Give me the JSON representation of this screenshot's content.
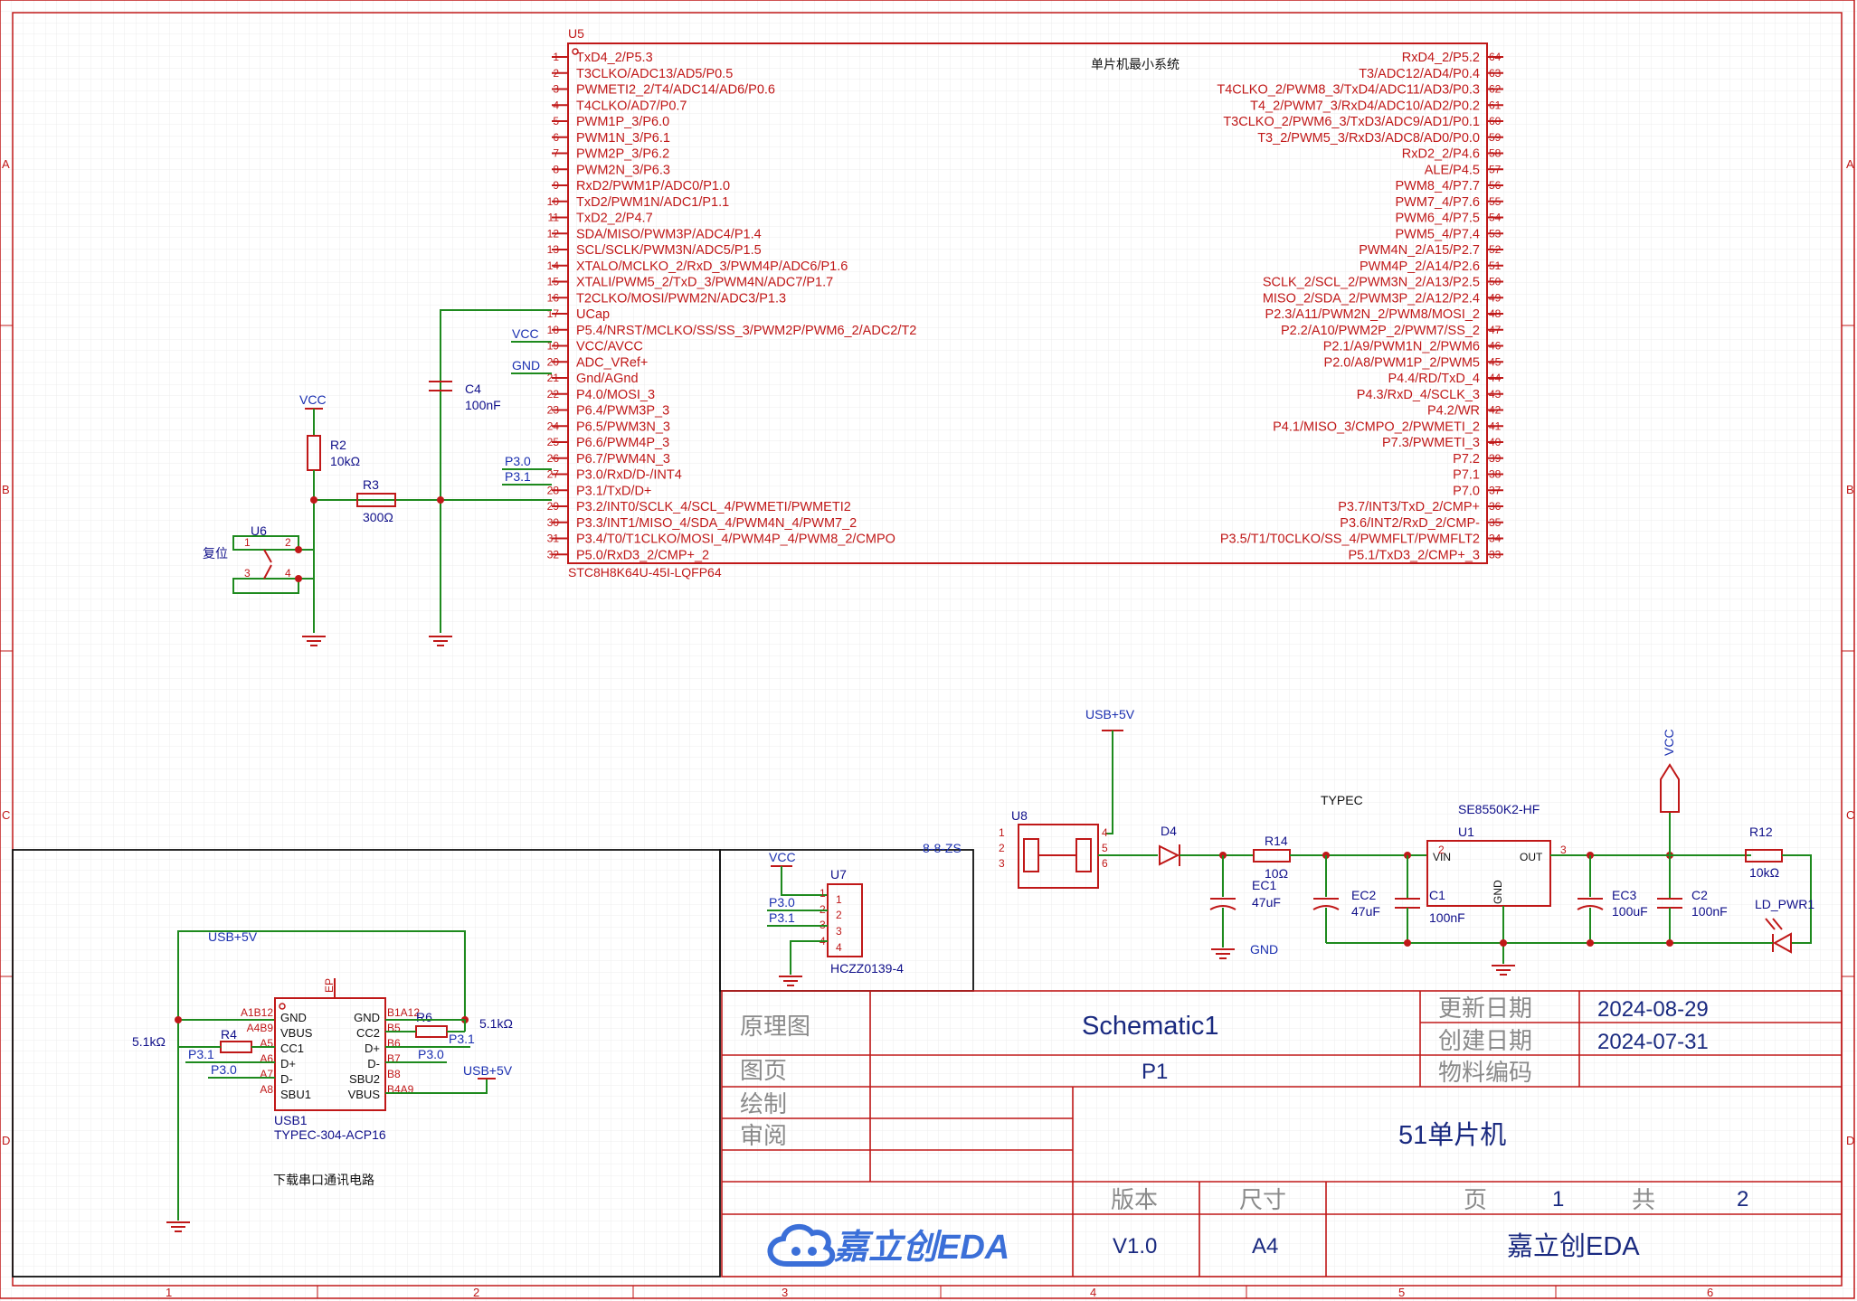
{
  "sheet": {
    "border_columns": [
      "1",
      "2",
      "3",
      "4",
      "5",
      "6"
    ],
    "border_rows": [
      "A",
      "B",
      "C",
      "D"
    ]
  },
  "mcu": {
    "ref": "U5",
    "part": "STC8H8K64U-45I-LQFP64",
    "title": "单片机最小系统",
    "left_pins": [
      {
        "n": "1",
        "name": "TxD4_2/P5.3"
      },
      {
        "n": "2",
        "name": "T3CLKO/ADC13/AD5/P0.5"
      },
      {
        "n": "3",
        "name": "PWMETI2_2/T4/ADC14/AD6/P0.6"
      },
      {
        "n": "4",
        "name": "T4CLKO/AD7/P0.7"
      },
      {
        "n": "5",
        "name": "PWM1P_3/P6.0"
      },
      {
        "n": "6",
        "name": "PWM1N_3/P6.1"
      },
      {
        "n": "7",
        "name": "PWM2P_3/P6.2"
      },
      {
        "n": "8",
        "name": "PWM2N_3/P6.3"
      },
      {
        "n": "9",
        "name": "RxD2/PWM1P/ADC0/P1.0"
      },
      {
        "n": "10",
        "name": "TxD2/PWM1N/ADC1/P1.1"
      },
      {
        "n": "11",
        "name": "TxD2_2/P4.7"
      },
      {
        "n": "12",
        "name": "SDA/MISO/PWM3P/ADC4/P1.4"
      },
      {
        "n": "13",
        "name": "SCL/SCLK/PWM3N/ADC5/P1.5"
      },
      {
        "n": "14",
        "name": "XTALO/MCLKO_2/RxD_3/PWM4P/ADC6/P1.6"
      },
      {
        "n": "15",
        "name": "XTALI/PWM5_2/TxD_3/PWM4N/ADC7/P1.7"
      },
      {
        "n": "16",
        "name": "T2CLKO/MOSI/PWM2N/ADC3/P1.3"
      },
      {
        "n": "17",
        "name": "UCap"
      },
      {
        "n": "18",
        "name": "P5.4/NRST/MCLKO/SS/SS_3/PWM2P/PWM6_2/ADC2/T2"
      },
      {
        "n": "19",
        "name": "VCC/AVCC"
      },
      {
        "n": "20",
        "name": "ADC_VRef+"
      },
      {
        "n": "21",
        "name": "Gnd/AGnd"
      },
      {
        "n": "22",
        "name": "P4.0/MOSI_3"
      },
      {
        "n": "23",
        "name": "P6.4/PWM3P_3"
      },
      {
        "n": "24",
        "name": "P6.5/PWM3N_3"
      },
      {
        "n": "25",
        "name": "P6.6/PWM4P_3"
      },
      {
        "n": "26",
        "name": "P6.7/PWM4N_3"
      },
      {
        "n": "27",
        "name": "P3.0/RxD/D-/INT4"
      },
      {
        "n": "28",
        "name": "P3.1/TxD/D+"
      },
      {
        "n": "29",
        "name": "P3.2/INT0/SCLK_4/SCL_4/PWMETI/PWMETI2"
      },
      {
        "n": "30",
        "name": "P3.3/INT1/MISO_4/SDA_4/PWM4N_4/PWM7_2"
      },
      {
        "n": "31",
        "name": "P3.4/T0/T1CLKO/MOSI_4/PWM4P_4/PWM8_2/CMPO"
      },
      {
        "n": "32",
        "name": "P5.0/RxD3_2/CMP+_2"
      }
    ],
    "right_pins": [
      {
        "n": "64",
        "name": "RxD4_2/P5.2"
      },
      {
        "n": "63",
        "name": "T3/ADC12/AD4/P0.4"
      },
      {
        "n": "62",
        "name": "T4CLKO_2/PWM8_3/TxD4/ADC11/AD3/P0.3"
      },
      {
        "n": "61",
        "name": "T4_2/PWM7_3/RxD4/ADC10/AD2/P0.2"
      },
      {
        "n": "60",
        "name": "T3CLKO_2/PWM6_3/TxD3/ADC9/AD1/P0.1"
      },
      {
        "n": "59",
        "name": "T3_2/PWM5_3/RxD3/ADC8/AD0/P0.0"
      },
      {
        "n": "58",
        "name": "RxD2_2/P4.6"
      },
      {
        "n": "57",
        "name": "ALE/P4.5"
      },
      {
        "n": "56",
        "name": "PWM8_4/P7.7"
      },
      {
        "n": "55",
        "name": "PWM7_4/P7.6"
      },
      {
        "n": "54",
        "name": "PWM6_4/P7.5"
      },
      {
        "n": "53",
        "name": "PWM5_4/P7.4"
      },
      {
        "n": "52",
        "name": "PWM4N_2/A15/P2.7"
      },
      {
        "n": "51",
        "name": "PWM4P_2/A14/P2.6"
      },
      {
        "n": "50",
        "name": "SCLK_2/SCL_2/PWM3N_2/A13/P2.5"
      },
      {
        "n": "49",
        "name": "MISO_2/SDA_2/PWM3P_2/A12/P2.4"
      },
      {
        "n": "48",
        "name": "P2.3/A11/PWM2N_2/PWM8/MOSI_2"
      },
      {
        "n": "47",
        "name": "P2.2/A10/PWM2P_2/PWM7/SS_2"
      },
      {
        "n": "46",
        "name": "P2.1/A9/PWM1N_2/PWM6"
      },
      {
        "n": "45",
        "name": "P2.0/A8/PWM1P_2/PWM5"
      },
      {
        "n": "44",
        "name": "P4.4/RD/TxD_4"
      },
      {
        "n": "43",
        "name": "P4.3/RxD_4/SCLK_3"
      },
      {
        "n": "42",
        "name": "P4.2/WR"
      },
      {
        "n": "41",
        "name": "P4.1/MISO_3/CMPO_2/PWMETI_2"
      },
      {
        "n": "40",
        "name": "P7.3/PWMETI_3"
      },
      {
        "n": "39",
        "name": "P7.2"
      },
      {
        "n": "38",
        "name": "P7.1"
      },
      {
        "n": "37",
        "name": "P7.0"
      },
      {
        "n": "36",
        "name": "P3.7/INT3/TxD_2/CMP+"
      },
      {
        "n": "35",
        "name": "P3.6/INT2/RxD_2/CMP-"
      },
      {
        "n": "34",
        "name": "P3.5/T1/T0CLKO/SS_4/PWMFLT/PWMFLT2"
      },
      {
        "n": "33",
        "name": "P5.1/TxD3_2/CMP+_3"
      }
    ]
  },
  "nets": {
    "vcc": "VCC",
    "gnd": "GND",
    "p30": "P3.0",
    "p31": "P3.1",
    "usb5v": "USB+5V"
  },
  "reset": {
    "r2_ref": "R2",
    "r2_val": "10kΩ",
    "r3_ref": "R3",
    "r3_val": "300Ω",
    "c4_ref": "C4",
    "c4_val": "100nF",
    "sw_ref": "U6",
    "sw_label": "复位",
    "sw_pins": [
      "1",
      "2",
      "3",
      "4"
    ]
  },
  "power": {
    "u8_ref": "U8",
    "u8_note": "8-8-ZS",
    "u8_pins": [
      "1",
      "2",
      "3",
      "4",
      "5",
      "6"
    ],
    "d4_ref": "D4",
    "r14_ref": "R14",
    "r14_val": "10Ω",
    "ec1_ref": "EC1",
    "ec1_val": "47uF",
    "ec2_ref": "EC2",
    "ec2_val": "47uF",
    "c1_ref": "C1",
    "c1_val": "100nF",
    "u1_ref": "U1",
    "u1_part": "SE8550K2-HF",
    "u1_pins": {
      "vin": "VIN",
      "out": "OUT",
      "gnd": "GND",
      "p2": "2",
      "p3": "3"
    },
    "ec3_ref": "EC3",
    "ec3_val": "100uF",
    "c2_ref": "C2",
    "c2_val": "100nF",
    "r12_ref": "R12",
    "r12_val": "10kΩ",
    "led_ref": "LD_PWR1",
    "typec_label": "TYPEC"
  },
  "header": {
    "ref": "U7",
    "part": "HCZZ0139-4",
    "pins": [
      "1",
      "2",
      "3",
      "4"
    ]
  },
  "usb": {
    "ref": "USB1",
    "part": "TYPEC-304-ACP16",
    "r4_ref": "R4",
    "r6_ref": "R6",
    "res_val": "5.1kΩ",
    "ep": "EP",
    "left_pins": [
      {
        "num": "A1B12",
        "name": "GND"
      },
      {
        "num": "A4B9",
        "name": "VBUS"
      },
      {
        "num": "A5",
        "name": "CC1"
      },
      {
        "num": "A6",
        "name": "D+"
      },
      {
        "num": "A7",
        "name": "D-"
      },
      {
        "num": "A8",
        "name": "SBU1"
      }
    ],
    "right_pins": [
      {
        "num": "B1A12",
        "name": "GND"
      },
      {
        "num": "B5",
        "name": "CC2"
      },
      {
        "num": "B6",
        "name": "D+"
      },
      {
        "num": "B7",
        "name": "D-"
      },
      {
        "num": "B8",
        "name": "SBU2"
      },
      {
        "num": "B4A9",
        "name": "VBUS"
      }
    ],
    "caption": "下载串口通讯电路"
  },
  "title_block": {
    "schematic_label": "原理图",
    "schematic_name": "Schematic1",
    "update_label": "更新日期",
    "update_date": "2024-08-29",
    "create_label": "创建日期",
    "create_date": "2024-07-31",
    "page_label": "图页",
    "page_value": "P1",
    "bom_label": "物料编码",
    "draw_label": "绘制",
    "review_label": "审阅",
    "project": "51单片机",
    "version_label": "版本",
    "version": "V1.0",
    "size_label": "尺寸",
    "size": "A4",
    "page_of_label": "页",
    "page_num": "1",
    "total_label": "共",
    "total": "2",
    "logo": "嘉立创EDA",
    "company": "嘉立创EDA"
  }
}
